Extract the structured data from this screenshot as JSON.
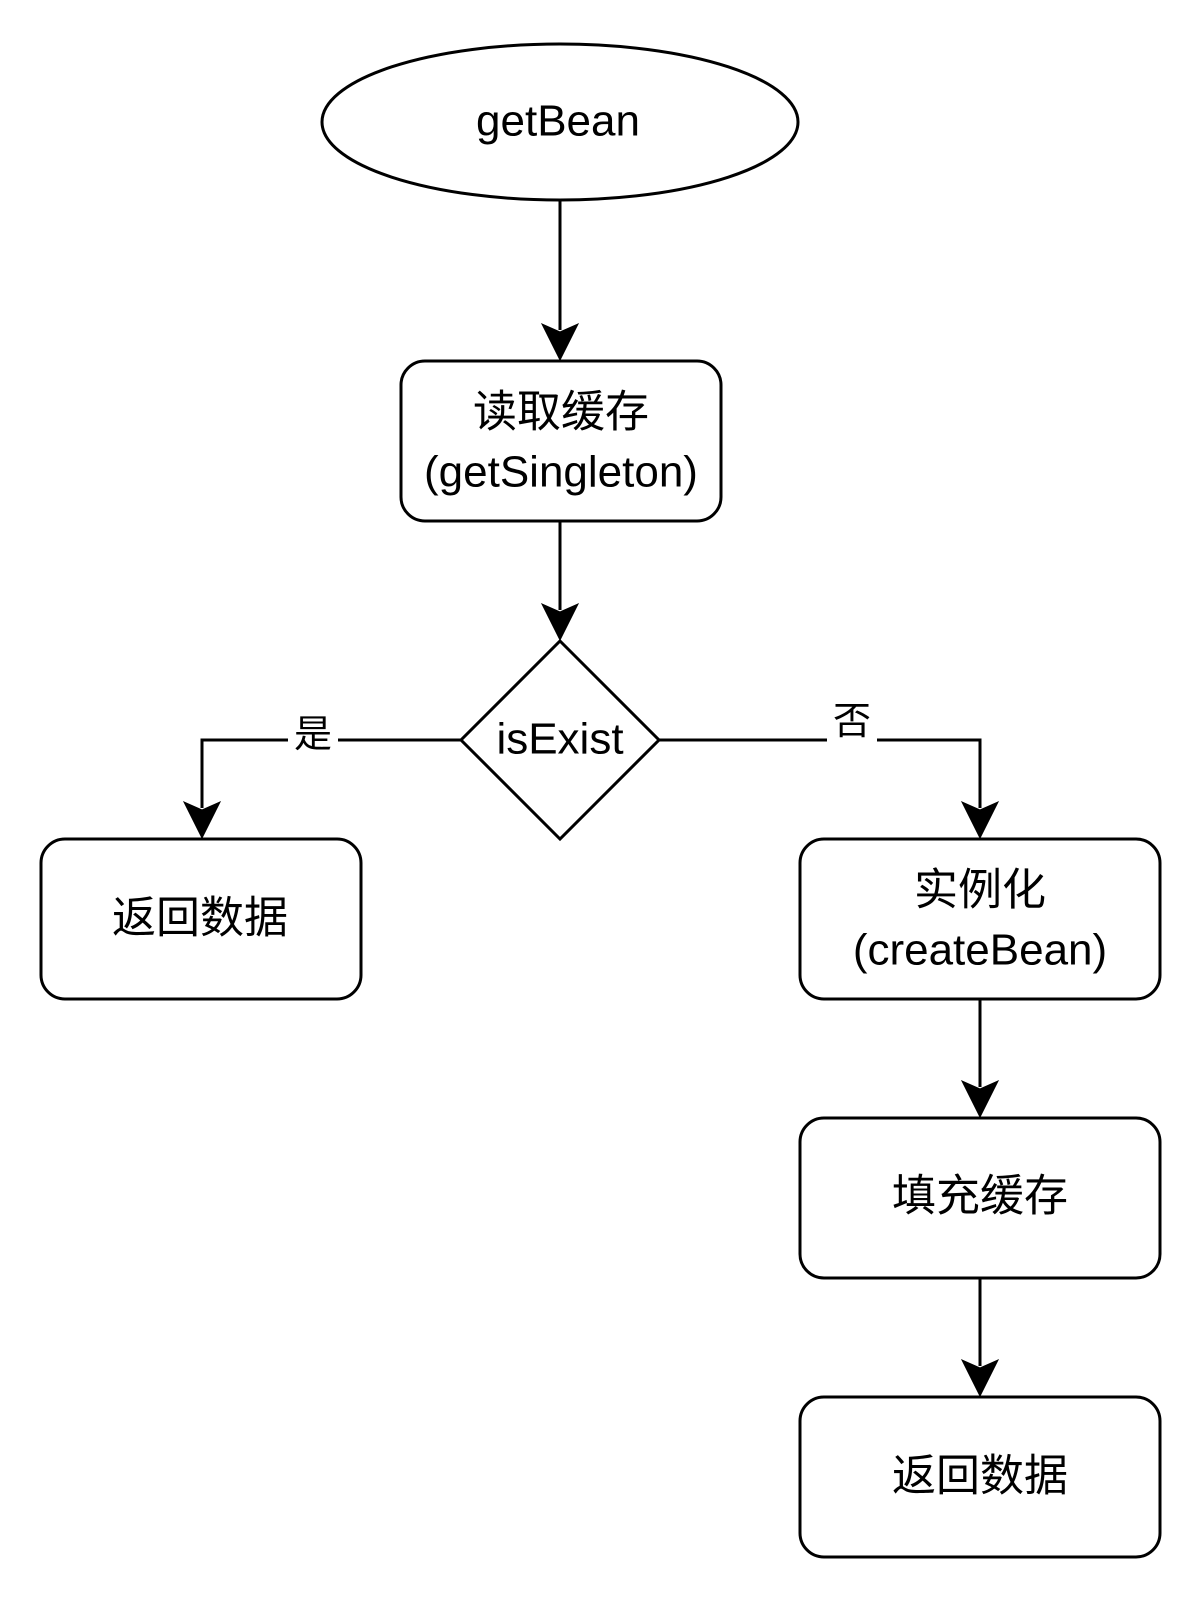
{
  "diagram": {
    "start": {
      "label": "getBean"
    },
    "read_cache": {
      "line1": "读取缓存",
      "line2": "(getSingleton)"
    },
    "decision": {
      "label": "isExist"
    },
    "yes_label": "是",
    "no_label": "否",
    "return_left": {
      "label": "返回数据"
    },
    "instantiate": {
      "line1": "实例化",
      "line2": "(createBean)"
    },
    "fill_cache": {
      "label": "填充缓存"
    },
    "return_bottom": {
      "label": "返回数据"
    }
  }
}
